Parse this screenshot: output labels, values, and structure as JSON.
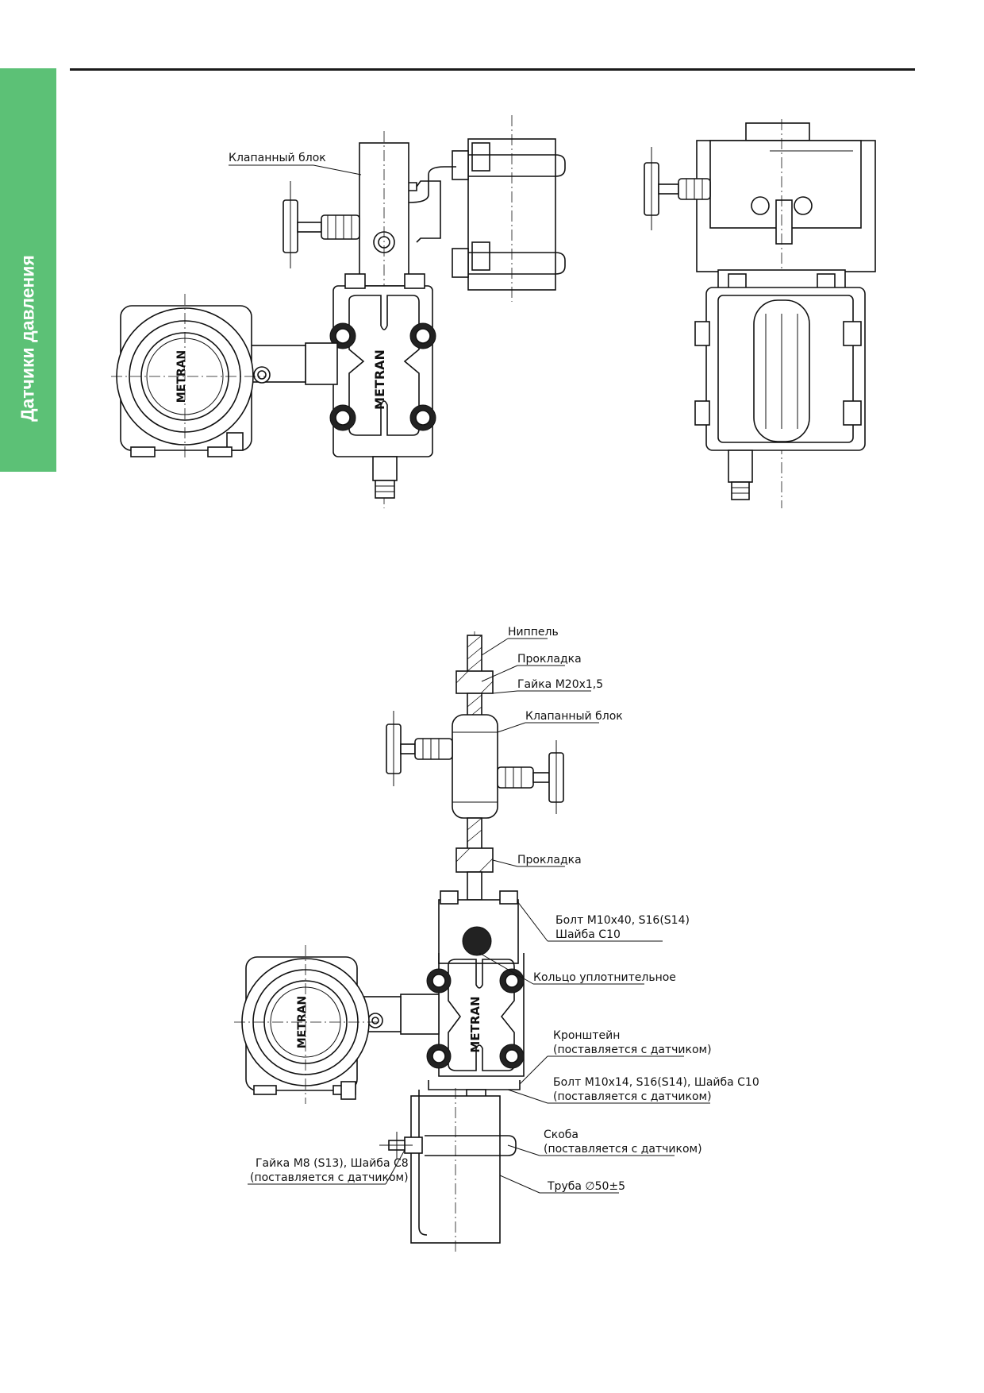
{
  "section_tab": {
    "label": "Датчики давления",
    "color": "#5cc176"
  },
  "figure1": {
    "label_valve_block": "Клапанный блок",
    "brand": "METRAN"
  },
  "figure2": {
    "brand": "METRAN",
    "callouts": {
      "nipple": "Ниппель",
      "gasket_top": "Прокладка",
      "nut": "Гайка М20х1,5",
      "valve_block": "Клапанный блок",
      "gasket_bottom": "Прокладка",
      "bolt1_line1": "Болт М10х40, S16(S14)",
      "bolt1_line2": "Шайба С10",
      "seal_ring": "Кольцо уплотнительное",
      "bracket_line1": "Кронштейн",
      "bracket_line2": "(поставляется с датчиком)",
      "bolt2_line1": "Болт М10х14, S16(S14), Шайба С10",
      "bolt2_line2": "(поставляется с датчиком)",
      "clamp_line1": "Скоба",
      "clamp_line2": "(поставляется с датчиком)",
      "nut2_line1": "Гайка М8 (S13), Шайба С8",
      "nut2_line2": "(поставляется с датчиком)",
      "pipe": "Труба ∅50±5"
    }
  }
}
